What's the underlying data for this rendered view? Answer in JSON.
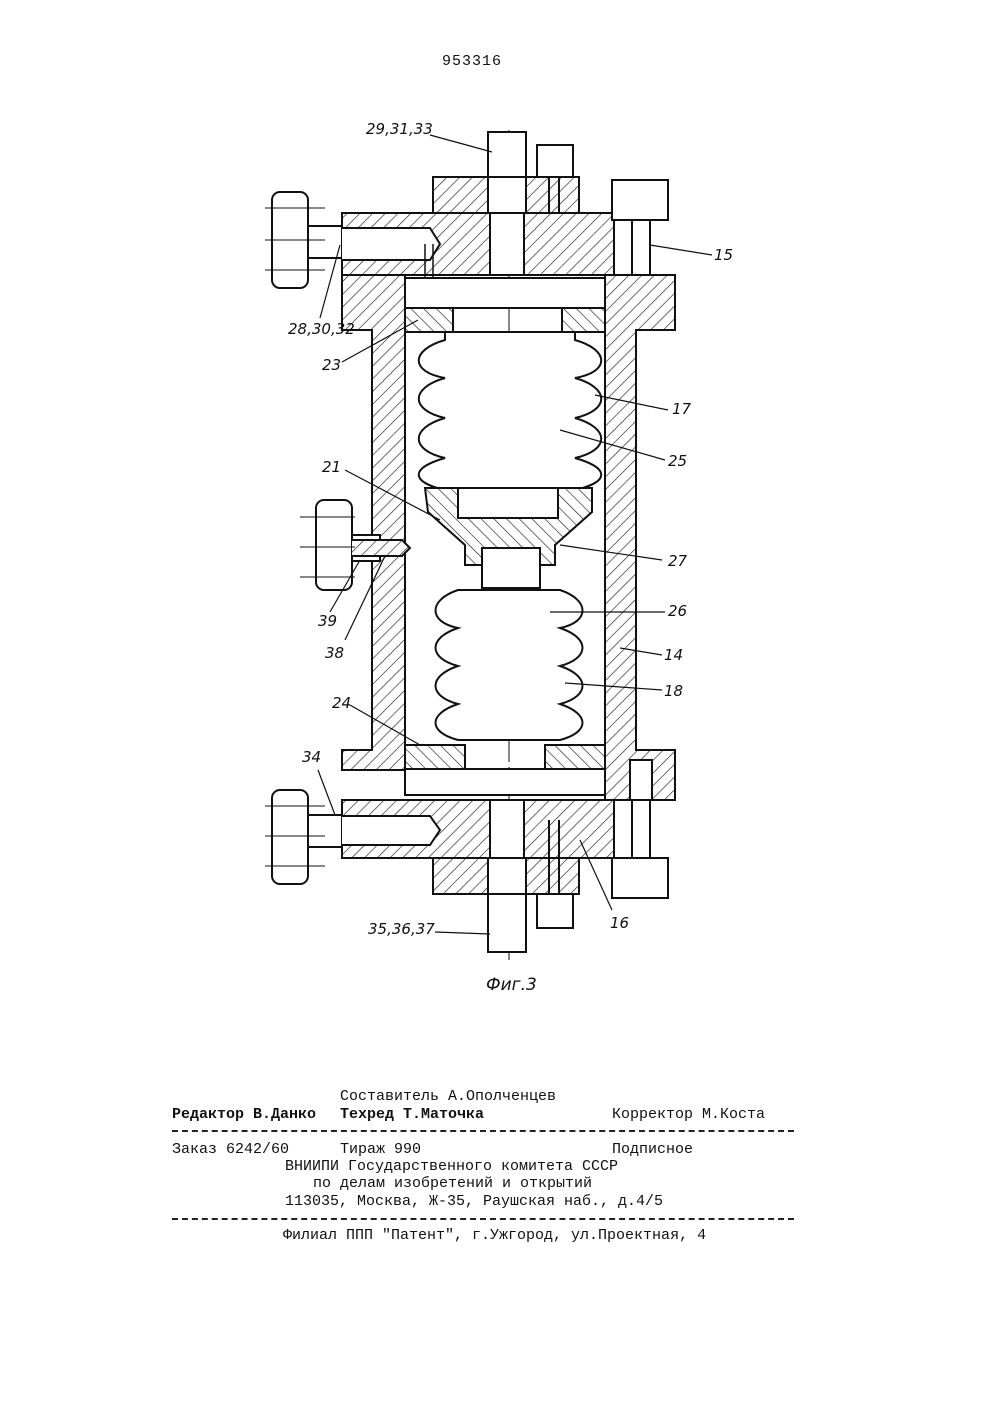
{
  "document": {
    "patent_number": "953316"
  },
  "figure": {
    "caption": "Фиг.3",
    "callouts": [
      {
        "id": "top-shafts",
        "text": "29,31,33"
      },
      {
        "id": "top-fittings",
        "text": "28,30,32"
      },
      {
        "id": "top-flange",
        "text": "15"
      },
      {
        "id": "ring-top",
        "text": "23"
      },
      {
        "id": "bellows-upper",
        "text": "17"
      },
      {
        "id": "chamber-upper",
        "text": "25"
      },
      {
        "id": "coupling",
        "text": "21"
      },
      {
        "id": "annular-space",
        "text": "27"
      },
      {
        "id": "side-valve",
        "text": "39"
      },
      {
        "id": "side-port",
        "text": "38"
      },
      {
        "id": "chamber-lower",
        "text": "26"
      },
      {
        "id": "housing",
        "text": "14"
      },
      {
        "id": "bellows-lower",
        "text": "18"
      },
      {
        "id": "ring-bottom",
        "text": "24"
      },
      {
        "id": "bottom-fitting",
        "text": "34"
      },
      {
        "id": "bottom-flange",
        "text": "16"
      },
      {
        "id": "bottom-shafts",
        "text": "35,36,37"
      }
    ]
  },
  "imprint": {
    "compiler": "Составитель А.Ополченцев",
    "editor": "Редактор В.Данко",
    "techred": "Техред Т.Маточка",
    "corrector": "Корректор М.Коста",
    "order": "Заказ 6242/60",
    "circulation": "Тираж 990",
    "subscription": "Подписное",
    "org_line1": "ВНИИПИ Государственного комитета СССР",
    "org_line2": "по делам изобретений и открытий",
    "address": "113035, Москва, Ж-35, Раушская наб., д.4/5",
    "branch": "Филиал ППП \"Патент\", г.Ужгород, ул.Проектная, 4"
  }
}
